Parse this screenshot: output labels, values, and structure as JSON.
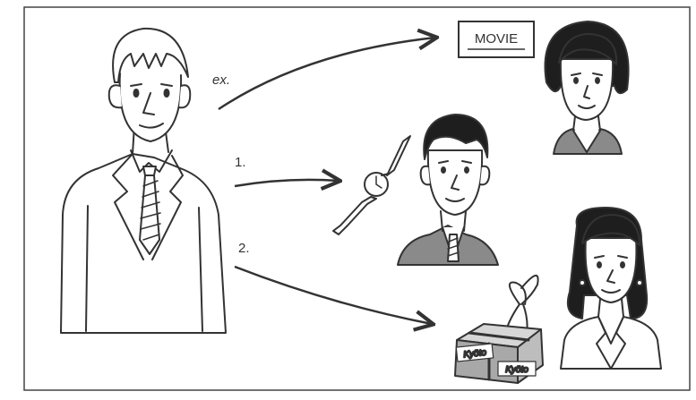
{
  "labels": {
    "example": "ex.",
    "item_1": "1.",
    "item_2": "2."
  },
  "sign_text": "MOVIE",
  "box_label_top": "Kyōto",
  "box_label_front": "Kyōto",
  "colors": {
    "ink": "#333333",
    "frame": "#444444",
    "suit_dark": "#8a8a8a",
    "hair": "#1e1e1e",
    "background": "#ffffff"
  },
  "icons": [
    "right-arrow-icon",
    "wristwatch-icon",
    "gift-box-icon",
    "movie-ticket-icon"
  ]
}
